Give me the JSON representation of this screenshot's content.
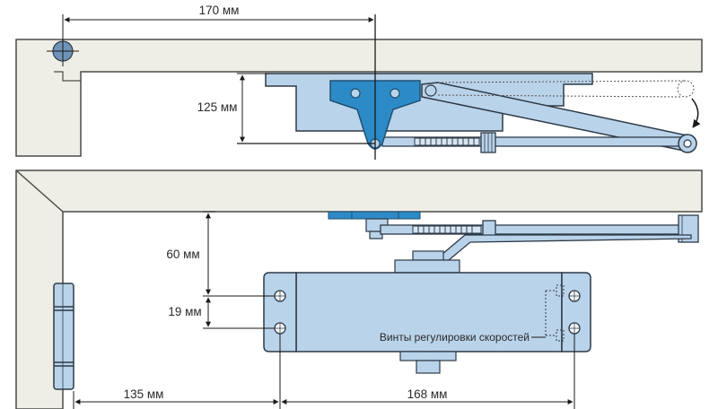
{
  "dimensions": {
    "top_width": "170 мм",
    "top_height": "125 мм",
    "offset_top": "60 мм",
    "hole_spacing": "19 мм",
    "hinge_offset": "135 мм",
    "hole_span": "168 мм"
  },
  "labels": {
    "speed_screws": "Винты регулировки скоростей"
  },
  "colors": {
    "frame_fill": "#efeee6",
    "frame_stroke": "#4a4a4a",
    "body_fill": "#b9d3ea",
    "body_stroke": "#2d3a47",
    "bracket_fill": "#2c8bc6",
    "line": "#1a1a1a"
  }
}
